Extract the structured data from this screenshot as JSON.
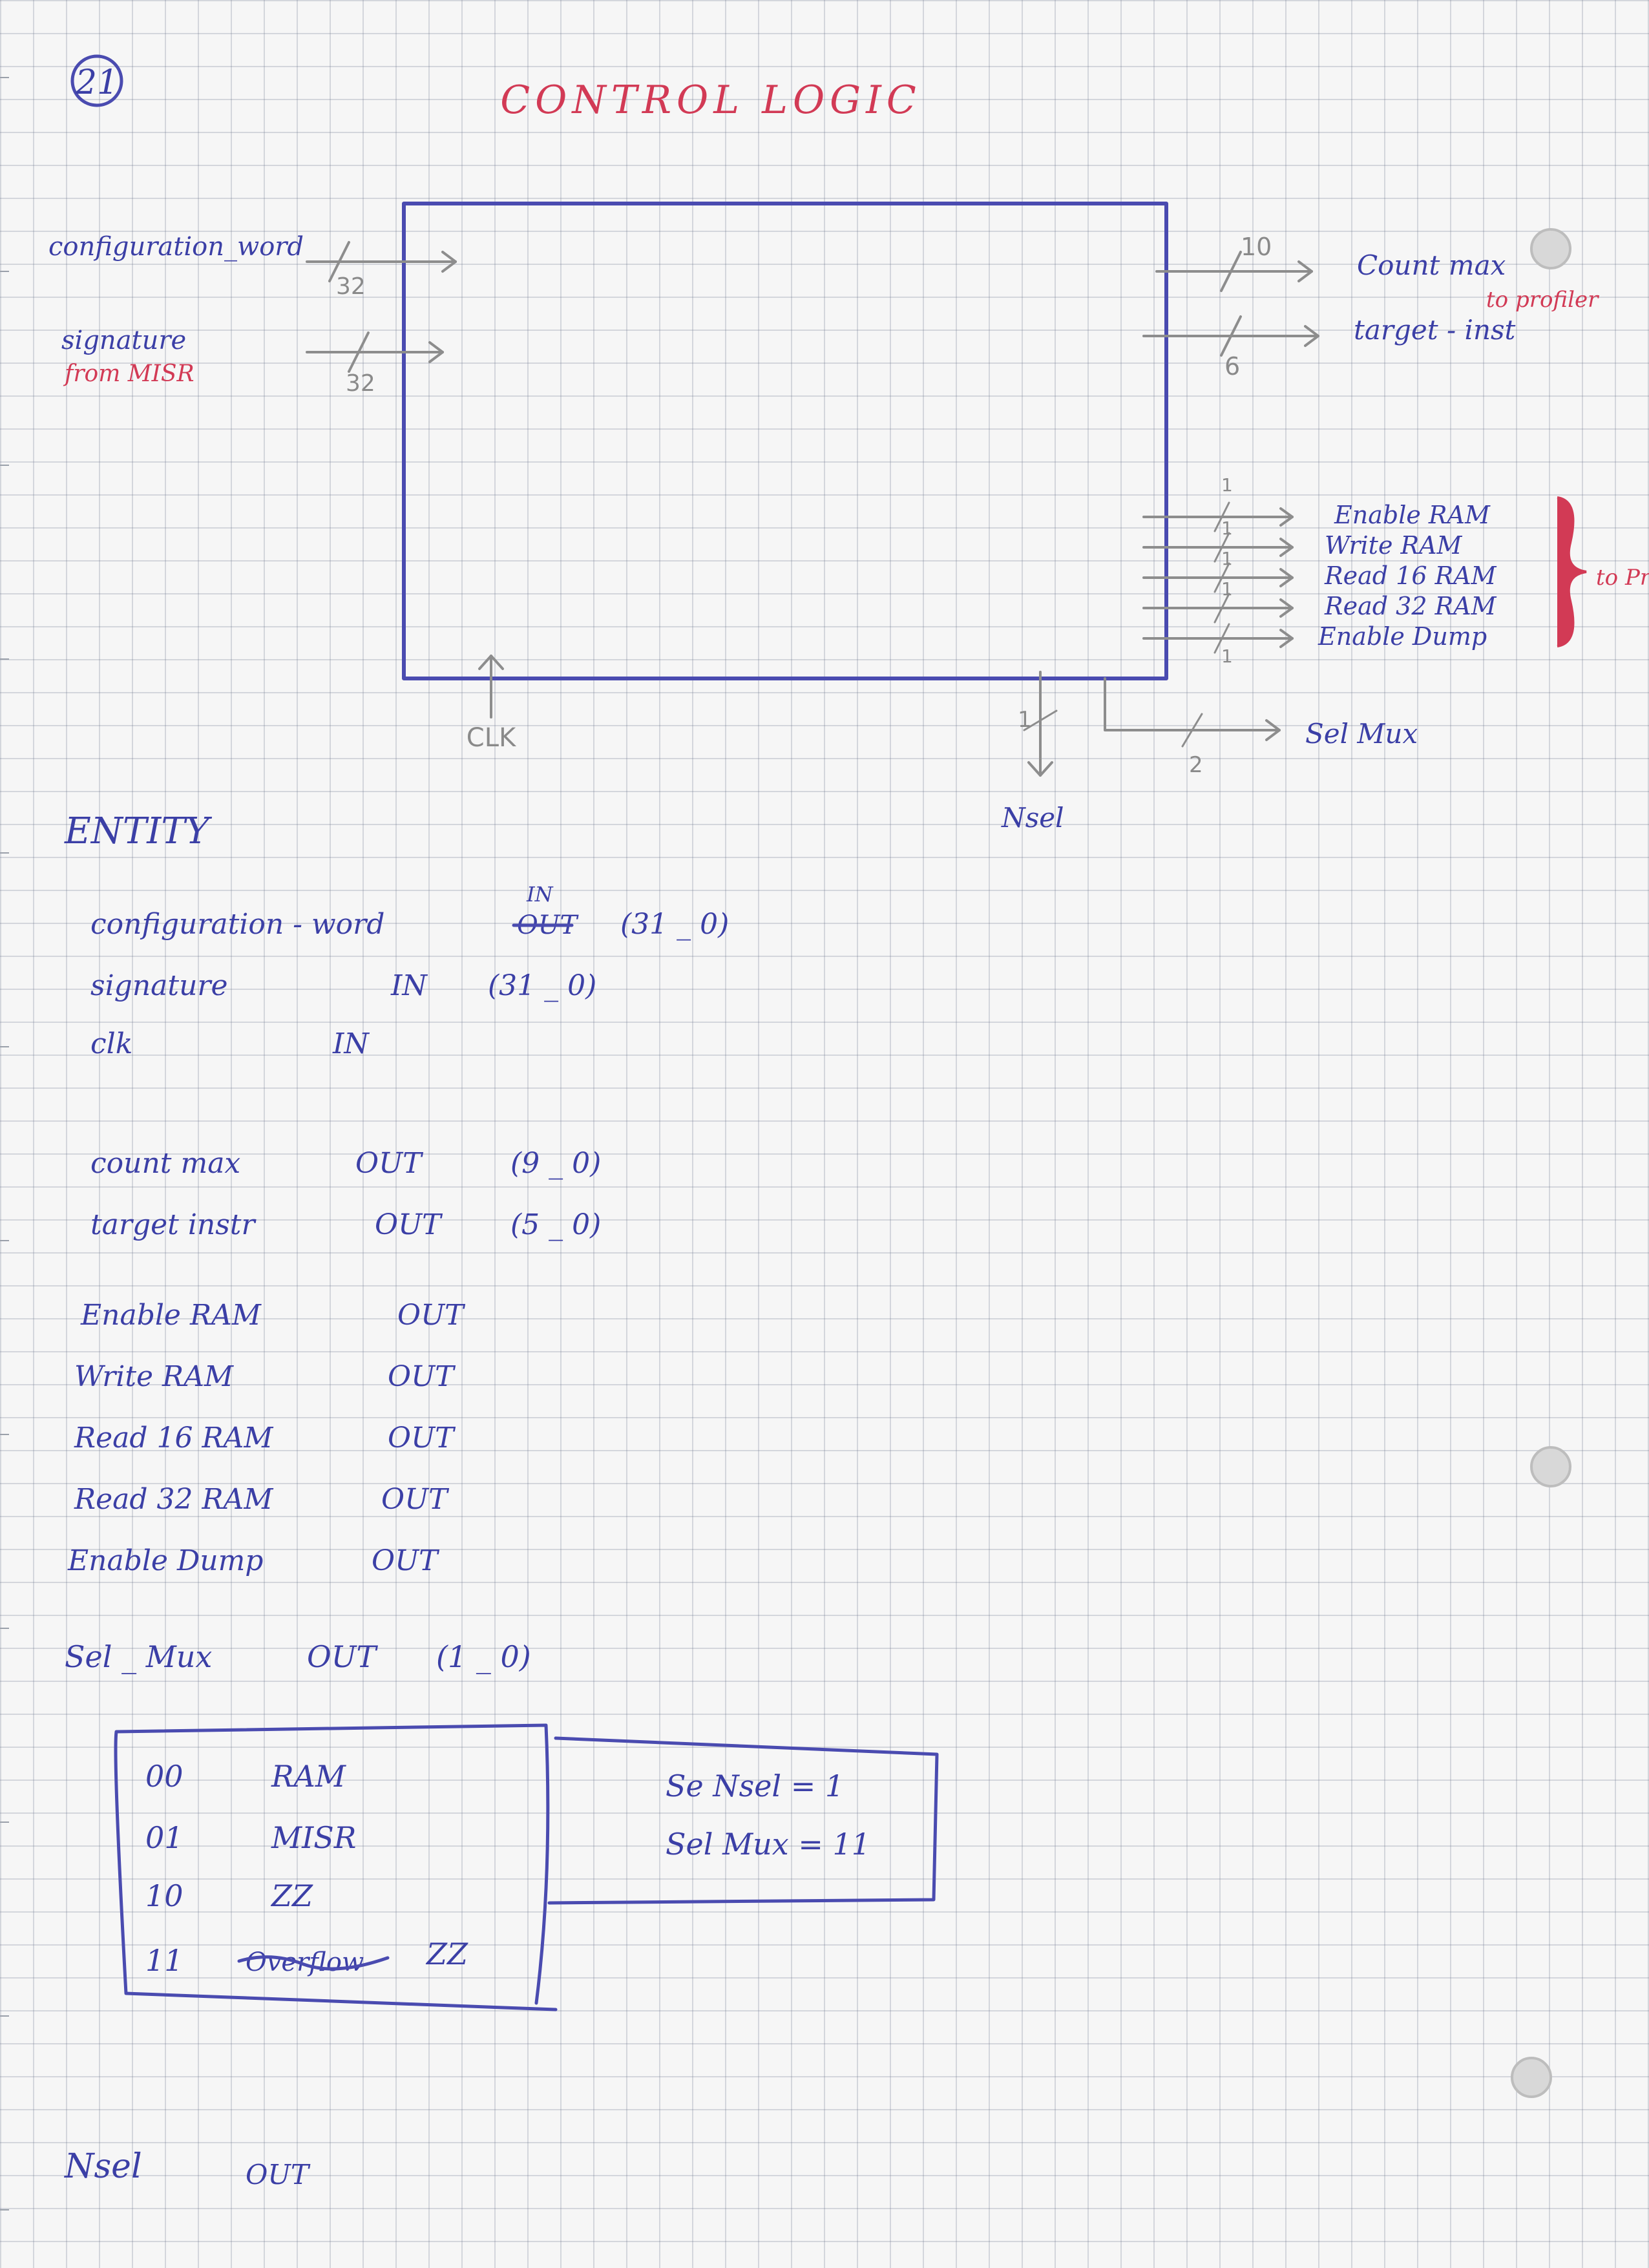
{
  "page_number": "21",
  "title": "CONTROL LOGIC",
  "diagram": {
    "inputs": [
      {
        "name": "configuration_word",
        "width": "32"
      },
      {
        "name": "signature",
        "note": "from MISR",
        "width": "32"
      }
    ],
    "clock": "CLK",
    "outputs": [
      {
        "name": "Count max",
        "width": "10",
        "note": "to profiler"
      },
      {
        "name": "target - inst",
        "width": "6"
      }
    ],
    "ram_outputs": {
      "labels": [
        "Enable RAM",
        "Write RAM",
        "Read 16 RAM",
        "Read 32 RAM",
        "Enable Dump"
      ],
      "widths": [
        "1",
        "1",
        "1",
        "1",
        "1"
      ],
      "group_note": "to Profiler"
    },
    "nsel": {
      "name": "Nsel",
      "width": "1"
    },
    "sel_mux": {
      "name": "Sel Mux",
      "width": "2"
    }
  },
  "entity": {
    "heading": "ENTITY",
    "in_correction": "IN",
    "in_crossed": "OUT",
    "ports": [
      {
        "name": "configuration - word",
        "dir": "",
        "range": "(31 _ 0)"
      },
      {
        "name": "signature",
        "dir": "IN",
        "range": "(31 _ 0)"
      },
      {
        "name": "clk",
        "dir": "IN",
        "range": ""
      },
      {
        "name": "count max",
        "dir": "OUT",
        "range": "(9 _ 0)"
      },
      {
        "name": "target instr",
        "dir": "OUT",
        "range": "(5 _ 0)"
      },
      {
        "name": "Enable RAM",
        "dir": "OUT",
        "range": ""
      },
      {
        "name": "Write RAM",
        "dir": "OUT",
        "range": ""
      },
      {
        "name": "Read 16 RAM",
        "dir": "OUT",
        "range": ""
      },
      {
        "name": "Read 32 RAM",
        "dir": "OUT",
        "range": ""
      },
      {
        "name": "Enable Dump",
        "dir": "OUT",
        "range": ""
      },
      {
        "name": "Sel _ Mux",
        "dir": "OUT",
        "range": "(1 _ 0)"
      }
    ],
    "nsel_port": {
      "name": "Nsel",
      "dir": "OUT"
    }
  },
  "mux_table": {
    "rows": [
      {
        "code": "00",
        "src": "RAM"
      },
      {
        "code": "01",
        "src": "MISR"
      },
      {
        "code": "10",
        "src": "ZZ"
      },
      {
        "code": "11",
        "src": "ZZ",
        "crossed": "Overflow"
      }
    ]
  },
  "condition": {
    "line1": "Se Nsel = 1",
    "line2": "Sel Mux = 11"
  },
  "colors": {
    "ink": "#4a4bb0",
    "red_ink": "#d23a55",
    "pencil": "#8d8d8d"
  }
}
